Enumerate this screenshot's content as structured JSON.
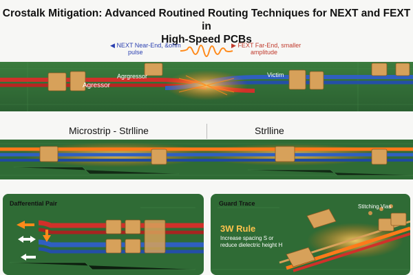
{
  "title_line1": "Crostalk Mitigation: Advanced Routined Routing Techniques for NEXT and FEXT in",
  "title_line2": "High-Speed PCBs",
  "top": {
    "next_label_line1": "NEXT Near-End, &ohm",
    "next_label_line2": "pulse",
    "fext_label_line1": "FEXT Far-End, smaller",
    "fext_label_line2": "amplitude",
    "aggressor_upper": "Agrgressor",
    "aggressor_lower": "Agressor",
    "victim": "Victim"
  },
  "middle": {
    "left_title": "Microstrip - Strlline",
    "right_title": "Strlline"
  },
  "diff_pair": {
    "title": "Dafferential Pair"
  },
  "guard": {
    "title": "Guard Trace",
    "stitch_label": "Stitching Vias",
    "rule_title": "3W Rule",
    "rule_line1": "Increase spacing S or",
    "rule_line2": "reduce dielectric height H"
  },
  "colors": {
    "pcb_green": "#2f6b35",
    "aggressor_red": "#d0302a",
    "victim_blue": "#2f5fc0",
    "copper": "#d7a15a",
    "glow_orange": "#ff8a1a",
    "next_blue": "#2a3fb0",
    "fext_red": "#c0392b"
  }
}
